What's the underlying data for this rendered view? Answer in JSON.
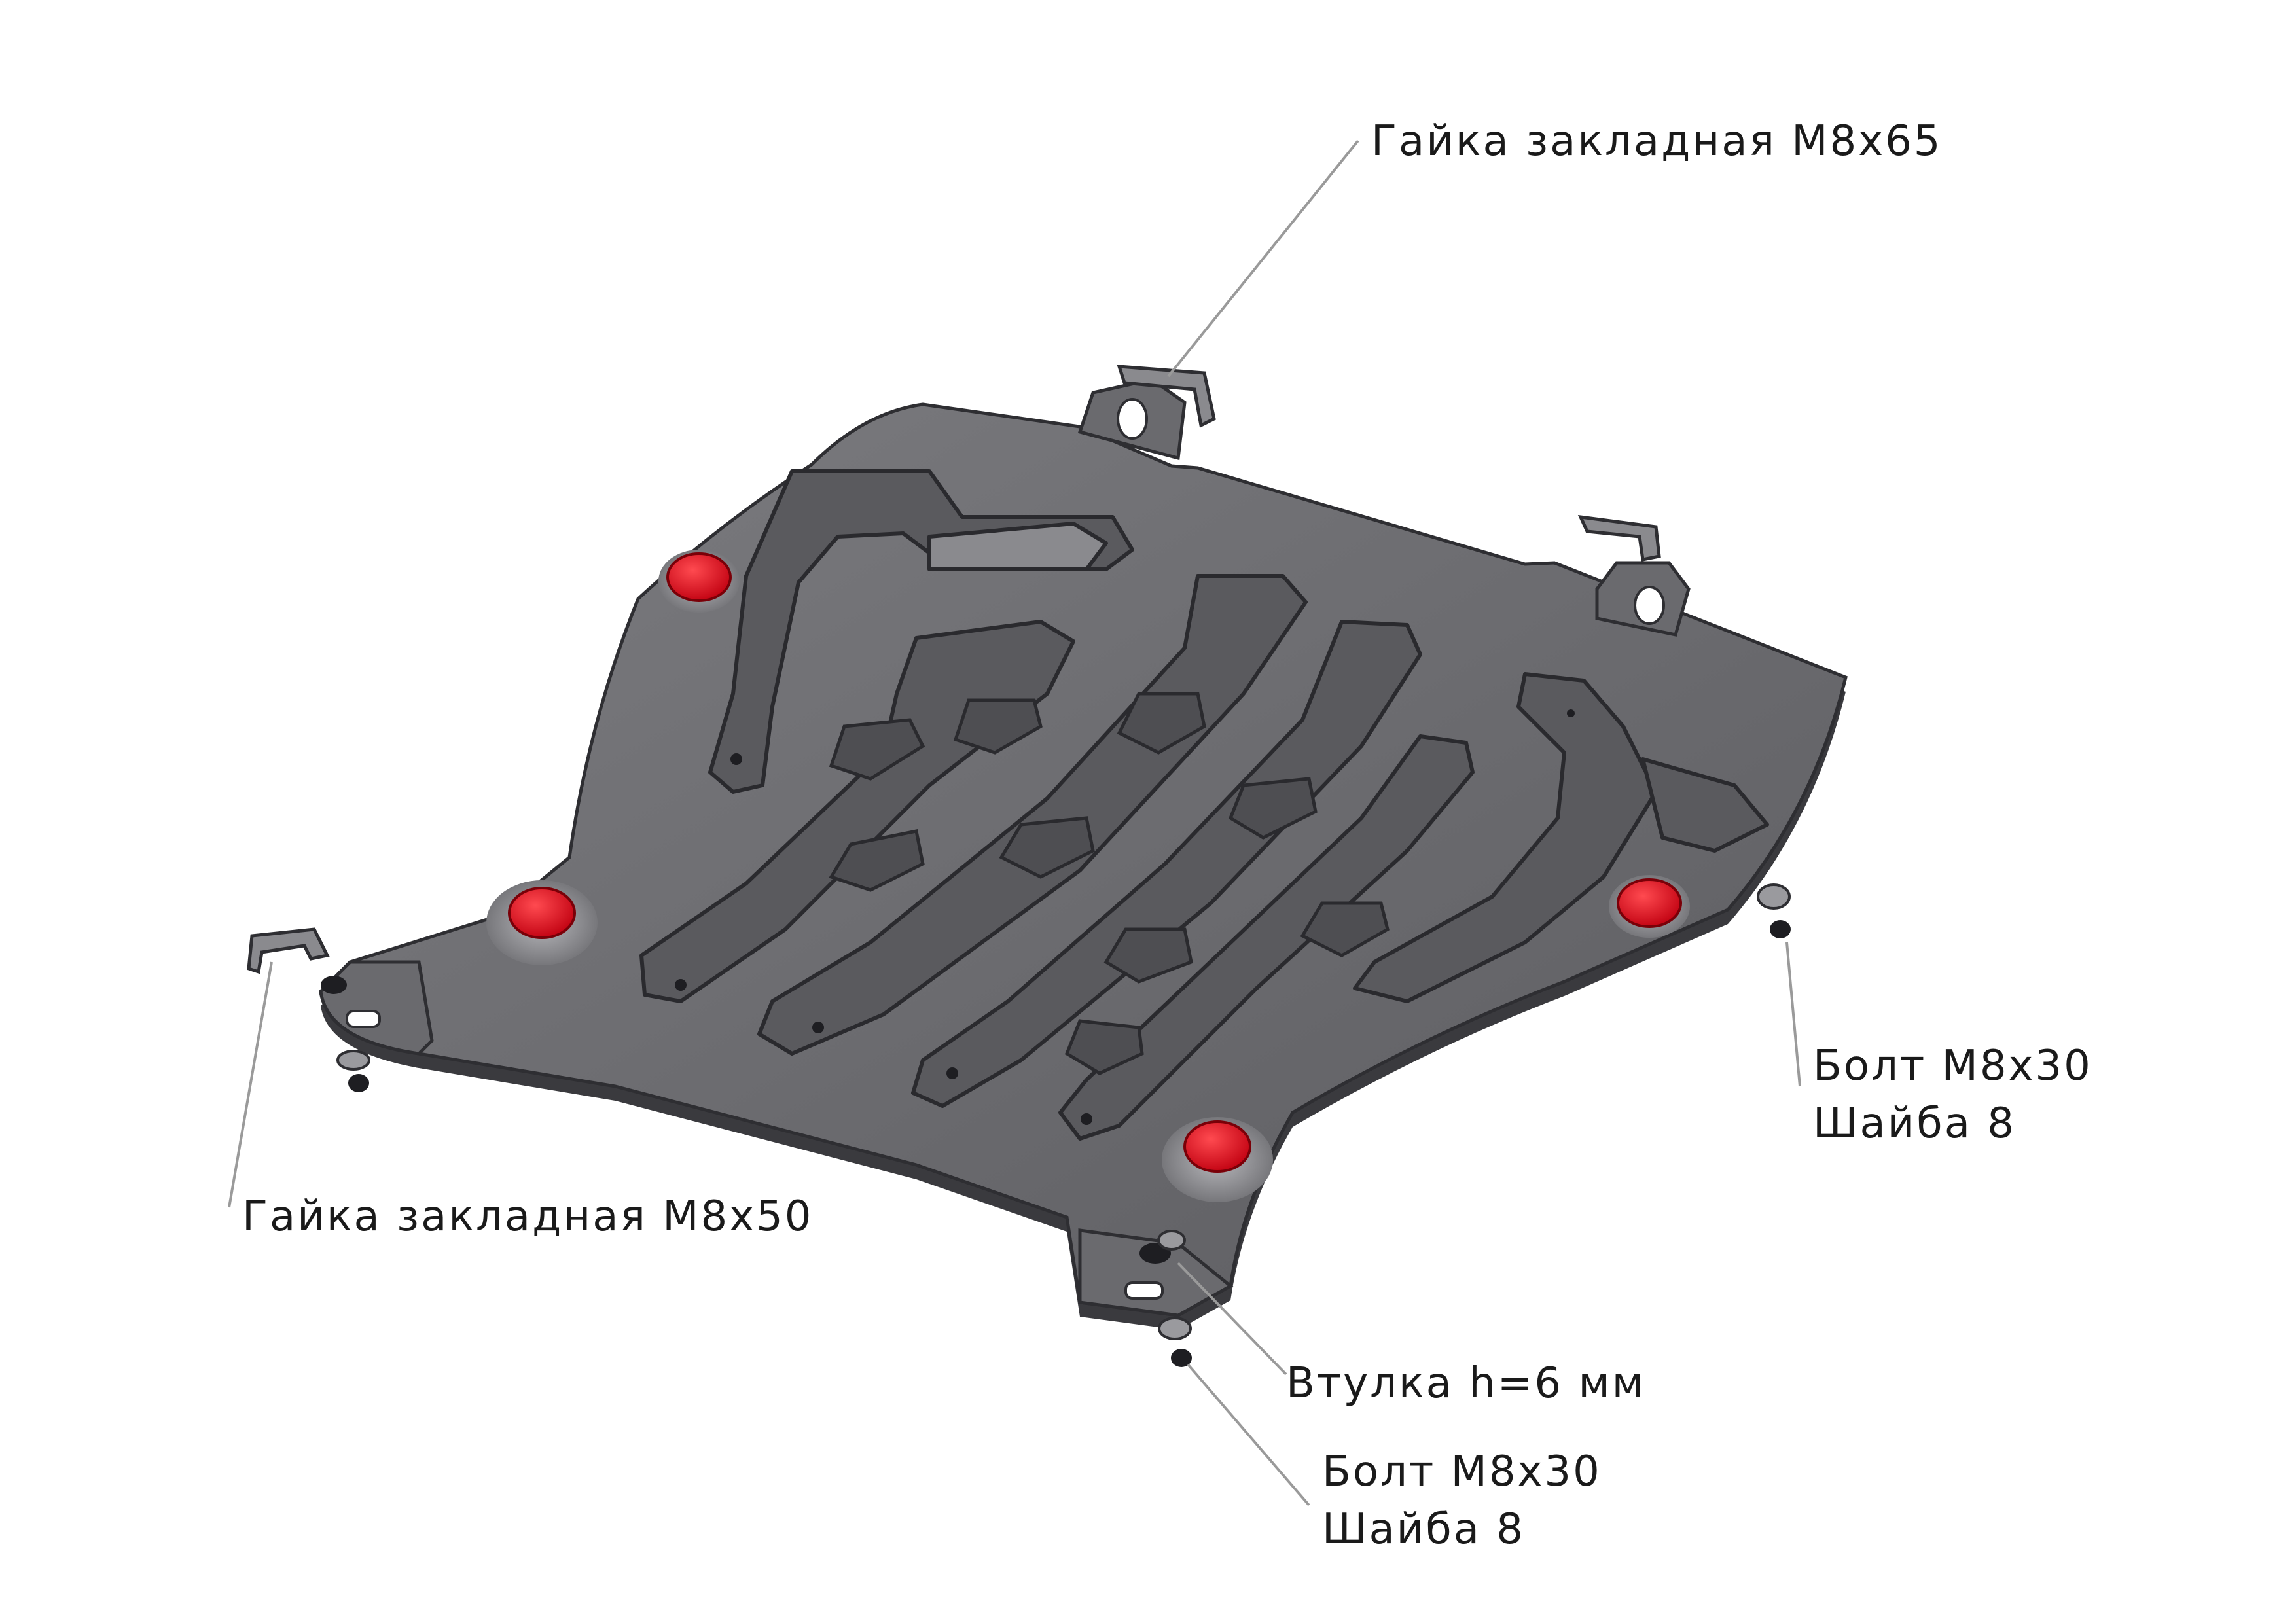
{
  "labels": {
    "top_nut": "Гайка закладная М8х65",
    "left_nut": "Гайка закладная М8х50",
    "right_bolt": {
      "line1": "Болт М8х30",
      "line2": "Шайба 8"
    },
    "bushing": "Втулка h=6 мм",
    "bottom_bolt": {
      "line1": "Болт М8х30",
      "line2": "Шайба 8"
    }
  },
  "colors": {
    "plate": "#6e6e72",
    "plate_shadow": "#4a4a4e",
    "plate_highlight": "#9a9a9e",
    "hole_plug": "#e0141e",
    "leader_line": "#9a9a9a"
  }
}
